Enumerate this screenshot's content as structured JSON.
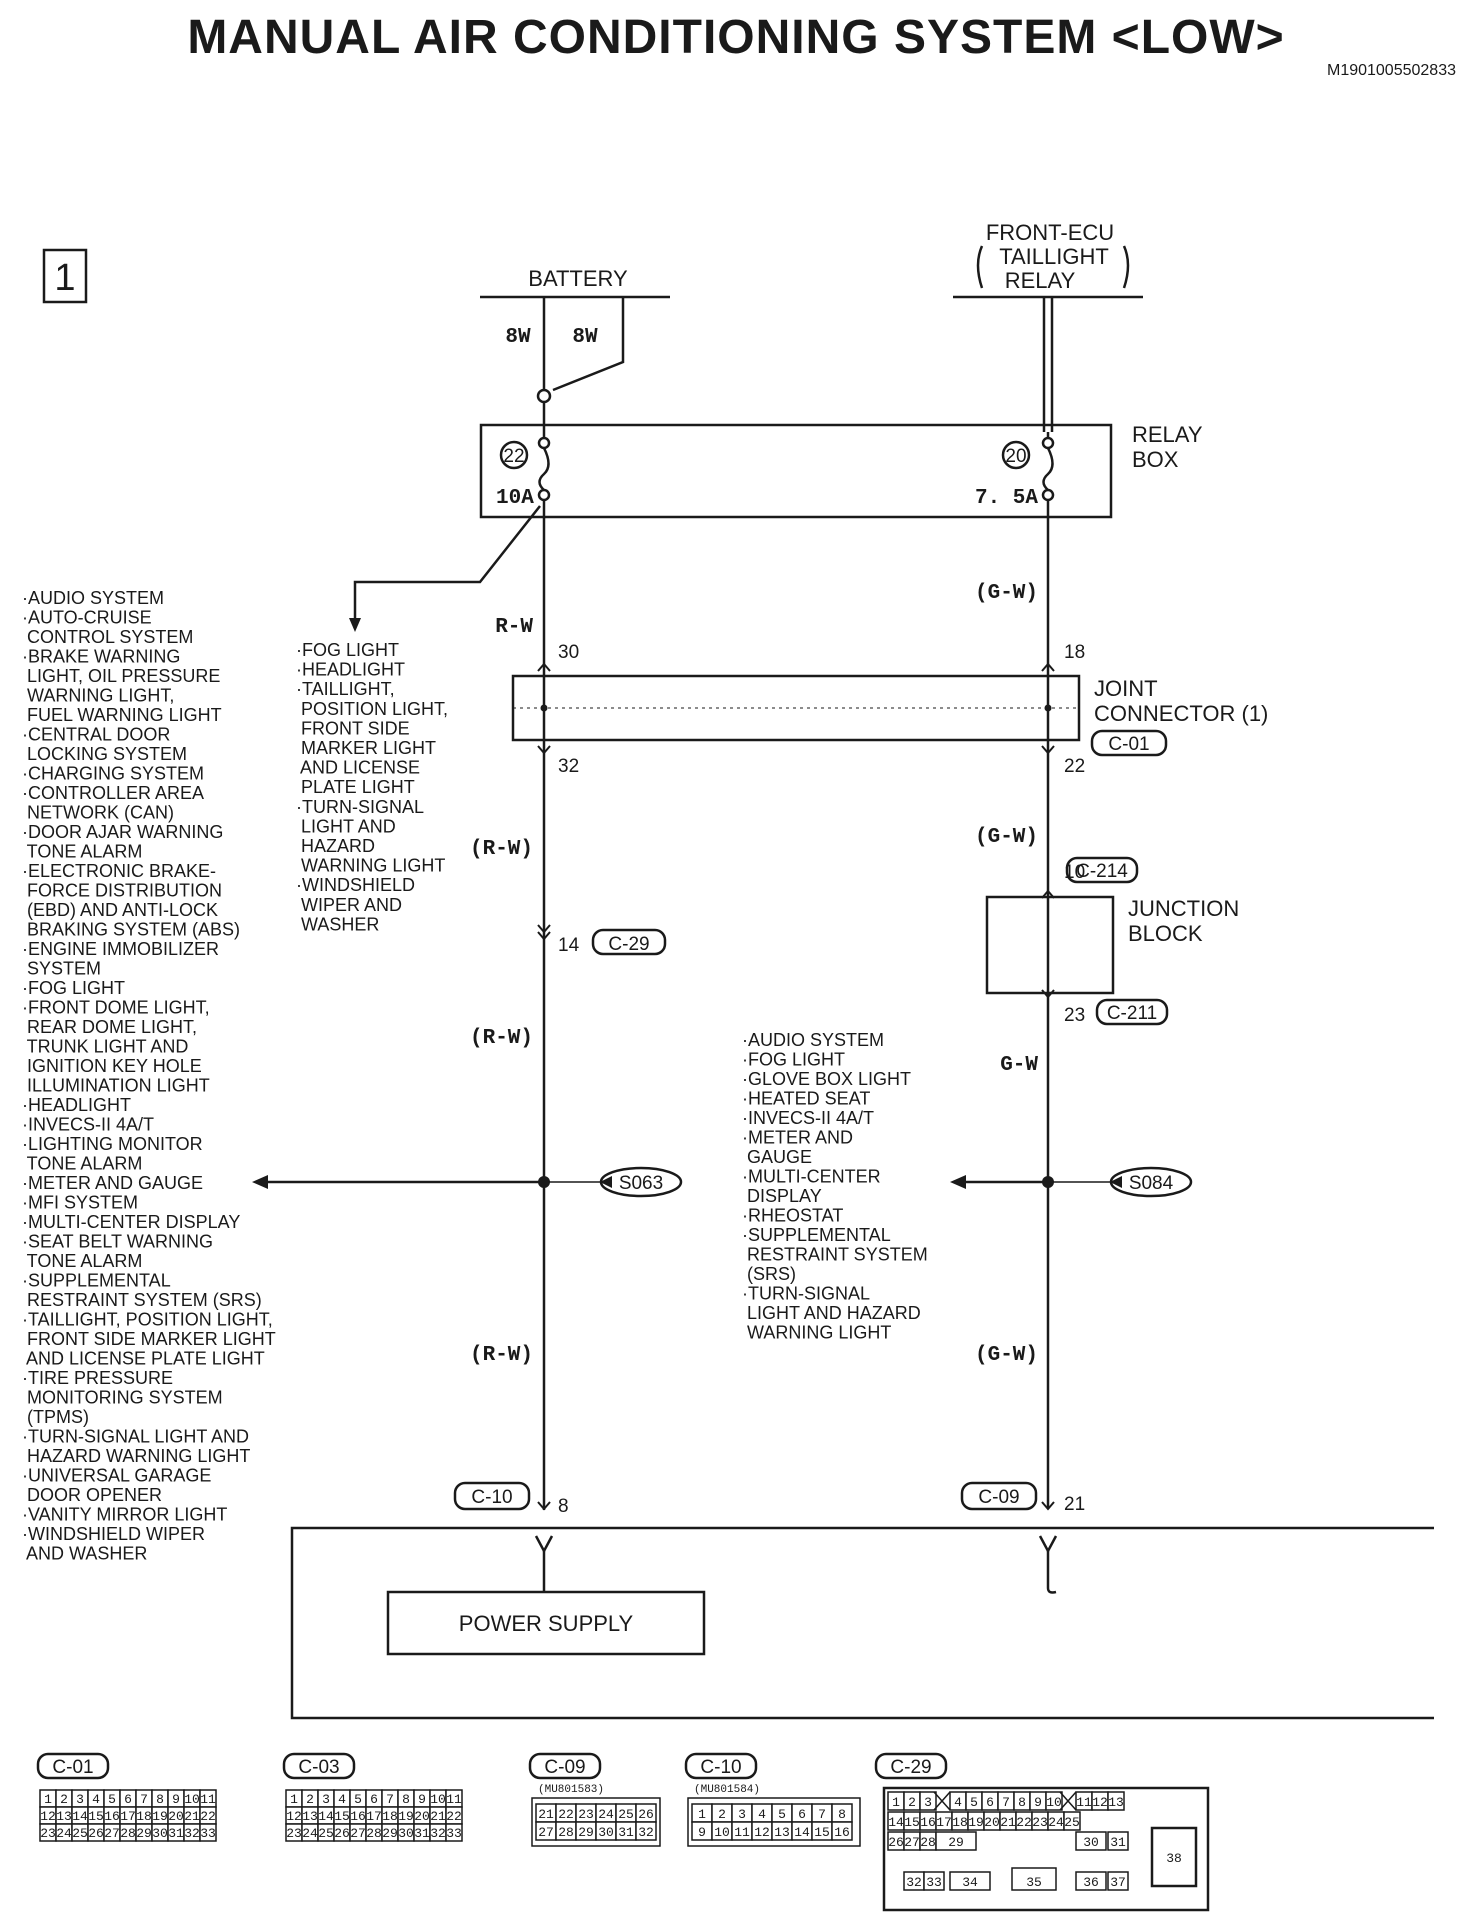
{
  "header": {
    "title": "MANUAL AIR CONDITIONING SYSTEM <LOW>",
    "doc_id": "M1901005502833",
    "page_box": "1"
  },
  "sources": {
    "battery": "BATTERY",
    "front_ecu": [
      "FRONT-ECU",
      "TAILLIGHT",
      "RELAY"
    ],
    "wire_8w_left": "8W",
    "wire_8w_right": "8W"
  },
  "relay_box": {
    "label": [
      "RELAY",
      "BOX"
    ],
    "fuse_left_no": "22",
    "fuse_left_rating": "10A",
    "fuse_right_no": "20",
    "fuse_right_rating": "7. 5A"
  },
  "left_circuit": {
    "wire_rw_1": "R-W",
    "wire_rw_2": "(R-W)",
    "wire_rw_3": "(R-W)",
    "wire_rw_4": "(R-W)",
    "pin_30": "30",
    "pin_32": "32",
    "pin_14": "14",
    "conn_c29": "C-29",
    "splice": "S063",
    "conn_c10": "C-10",
    "pin_8": "8"
  },
  "right_circuit": {
    "wire_gw_1": "(G-W)",
    "wire_gw_2": "(G-W)",
    "wire_gw_3": "G-W",
    "wire_gw_4": "(G-W)",
    "pin_18": "18",
    "pin_22": "22",
    "pin_10": "10",
    "conn_c214": "C-214",
    "pin_23": "23",
    "conn_c211": "C-211",
    "splice": "S084",
    "conn_c09": "C-09",
    "pin_21": "21"
  },
  "joint_connector": {
    "label": [
      "JOINT",
      "CONNECTOR (1)"
    ],
    "conn": "C-01"
  },
  "junction_block": {
    "label": [
      "JUNCTION",
      "BLOCK"
    ]
  },
  "power_supply": "POWER SUPPLY",
  "fuse_branch_systems": [
    "·FOG LIGHT",
    "·HEADLIGHT",
    "·TAILLIGHT,",
    " POSITION LIGHT,",
    " FRONT SIDE",
    " MARKER LIGHT",
    " AND LICENSE",
    " PLATE LIGHT",
    "·TURN-SIGNAL",
    " LIGHT AND",
    " HAZARD",
    " WARNING LIGHT",
    "·WINDSHIELD",
    " WIPER AND",
    " WASHER"
  ],
  "s063_systems": [
    "·AUDIO SYSTEM",
    "·AUTO-CRUISE",
    " CONTROL SYSTEM",
    "·BRAKE WARNING",
    " LIGHT, OIL PRESSURE",
    " WARNING LIGHT,",
    " FUEL WARNING LIGHT",
    "·CENTRAL DOOR",
    " LOCKING SYSTEM",
    "·CHARGING SYSTEM",
    "·CONTROLLER AREA",
    " NETWORK (CAN)",
    "·DOOR AJAR WARNING",
    " TONE ALARM",
    "·ELECTRONIC BRAKE-",
    " FORCE DISTRIBUTION",
    " (EBD) AND ANTI-LOCK",
    " BRAKING SYSTEM (ABS)",
    "·ENGINE IMMOBILIZER",
    " SYSTEM",
    "·FOG LIGHT",
    "·FRONT DOME LIGHT,",
    " REAR DOME LIGHT,",
    " TRUNK LIGHT AND",
    " IGNITION KEY HOLE",
    " ILLUMINATION LIGHT",
    "·HEADLIGHT",
    "·INVECS-II 4A/T",
    "·LIGHTING MONITOR",
    " TONE ALARM",
    "·METER AND GAUGE",
    "·MFI SYSTEM",
    "·MULTI-CENTER DISPLAY",
    "·SEAT BELT WARNING",
    " TONE ALARM",
    "·SUPPLEMENTAL",
    " RESTRAINT SYSTEM (SRS)",
    "·TAILLIGHT, POSITION LIGHT,",
    " FRONT SIDE MARKER LIGHT",
    " AND LICENSE PLATE LIGHT",
    "·TIRE PRESSURE",
    " MONITORING SYSTEM",
    " (TPMS)",
    "·TURN-SIGNAL LIGHT AND",
    " HAZARD WARNING LIGHT",
    "·UNIVERSAL GARAGE",
    " DOOR OPENER",
    "·VANITY MIRROR LIGHT",
    "·WINDSHIELD WIPER",
    " AND WASHER"
  ],
  "s084_systems": [
    "·AUDIO SYSTEM",
    "·FOG LIGHT",
    "·GLOVE BOX LIGHT",
    "·HEATED SEAT",
    "·INVECS-II 4A/T",
    "·METER AND",
    " GAUGE",
    "·MULTI-CENTER",
    " DISPLAY",
    "·RHEOSTAT",
    "·SUPPLEMENTAL",
    " RESTRAINT SYSTEM",
    " (SRS)",
    "·TURN-SIGNAL",
    " LIGHT AND HAZARD",
    " WARNING LIGHT"
  ],
  "connector_views": {
    "c01": {
      "label": "C-01",
      "rows": [
        [
          "1",
          "2",
          "3",
          "4",
          "5",
          "6",
          "7",
          "8",
          "9",
          "10",
          "11"
        ],
        [
          "12",
          "13",
          "14",
          "15",
          "16",
          "17",
          "18",
          "19",
          "20",
          "21",
          "22"
        ],
        [
          "23",
          "24",
          "25",
          "26",
          "27",
          "28",
          "29",
          "30",
          "31",
          "32",
          "33"
        ]
      ]
    },
    "c03": {
      "label": "C-03",
      "rows": [
        [
          "1",
          "2",
          "3",
          "4",
          "5",
          "6",
          "7",
          "8",
          "9",
          "10",
          "11"
        ],
        [
          "12",
          "13",
          "14",
          "15",
          "16",
          "17",
          "18",
          "19",
          "20",
          "21",
          "22"
        ],
        [
          "23",
          "24",
          "25",
          "26",
          "27",
          "28",
          "29",
          "30",
          "31",
          "32",
          "33"
        ]
      ]
    },
    "c09": {
      "label": "C-09",
      "part": "(MU801583)",
      "rows": [
        [
          "21",
          "22",
          "23",
          "24",
          "25",
          "26"
        ],
        [
          "27",
          "28",
          "29",
          "30",
          "31",
          "32"
        ]
      ]
    },
    "c10": {
      "label": "C-10",
      "part": "(MU801584)",
      "rows": [
        [
          "1",
          "2",
          "3",
          "4",
          "5",
          "6",
          "7",
          "8"
        ],
        [
          "9",
          "10",
          "11",
          "12",
          "13",
          "14",
          "15",
          "16"
        ]
      ]
    },
    "c29": {
      "label": "C-29",
      "row1": [
        "1",
        "2",
        "3",
        "4",
        "5",
        "6",
        "7",
        "8",
        "9",
        "10",
        "11",
        "12",
        "13"
      ],
      "row2": [
        "14",
        "15",
        "16",
        "17",
        "18",
        "19",
        "20",
        "21",
        "22",
        "23",
        "24",
        "25"
      ],
      "row3": [
        "26",
        "27",
        "28",
        "29",
        "30",
        "31"
      ],
      "row4": [
        "32",
        "33",
        "34",
        "35",
        "36",
        "37"
      ],
      "big": "38"
    }
  }
}
